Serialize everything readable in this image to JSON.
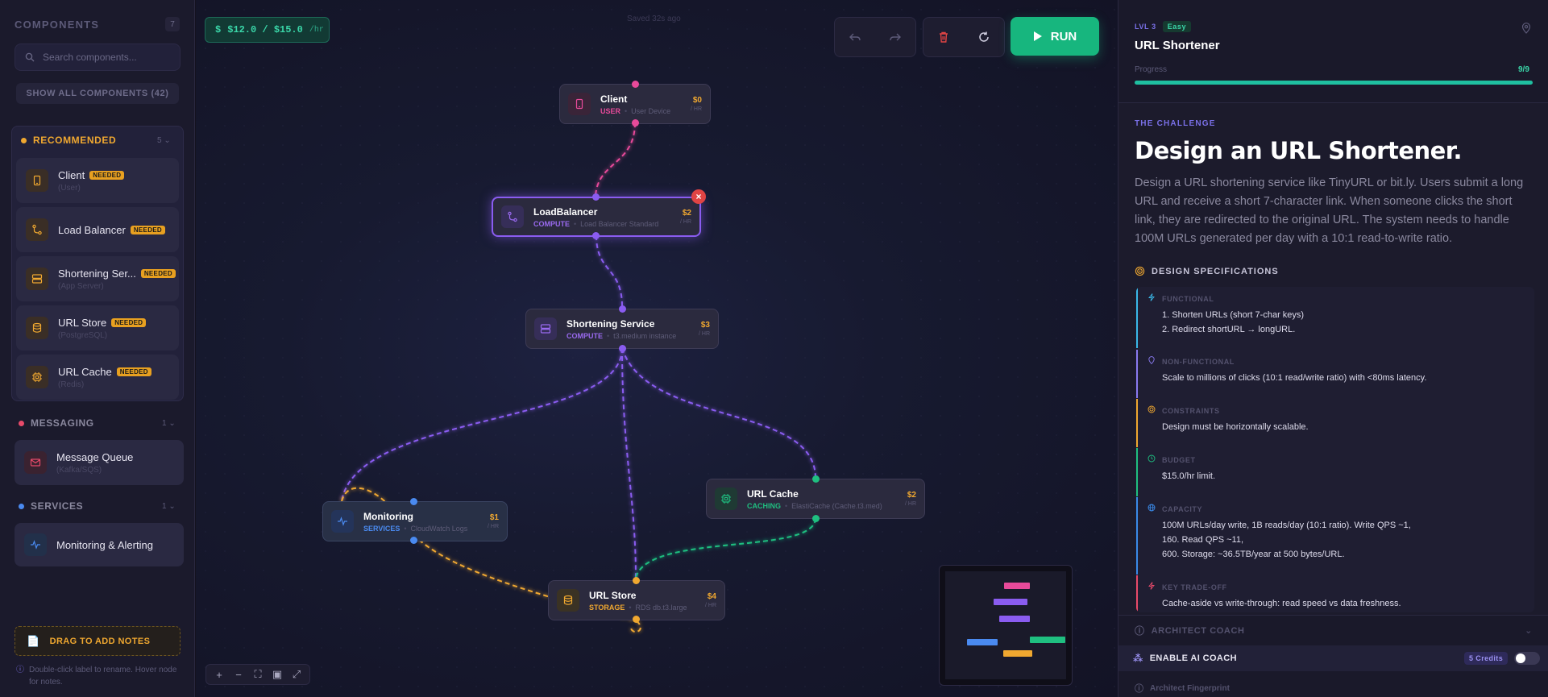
{
  "sidebar": {
    "title": "COMPONENTS",
    "count": "7",
    "search_placeholder": "Search components...",
    "show_all": "SHOW ALL COMPONENTS (42)",
    "recommended": {
      "label": "RECOMMENDED",
      "count": "5",
      "items": [
        {
          "name": "Client",
          "badge": "NEEDED",
          "sub": "(User)"
        },
        {
          "name": "Load Balancer",
          "badge": "NEEDED",
          "sub": ""
        },
        {
          "name": "Shortening Ser...",
          "badge": "NEEDED",
          "sub": "(App Server)"
        },
        {
          "name": "URL Store",
          "badge": "NEEDED",
          "sub": "(PostgreSQL)"
        },
        {
          "name": "URL Cache",
          "badge": "NEEDED",
          "sub": "(Redis)"
        }
      ]
    },
    "messaging": {
      "label": "MESSAGING",
      "count": "1",
      "item_name": "Message Queue",
      "item_sub": "(Kafka/SQS)"
    },
    "services": {
      "label": "SERVICES",
      "count": "1",
      "item_name": "Monitoring & Alerting"
    },
    "drag_notes": "DRAG TO ADD NOTES",
    "hint": "Double-click label to rename. Hover node for notes.",
    "colors": {
      "recommended": "#f0a830",
      "messaging": "#e84a6a",
      "services": "#4a8af0"
    }
  },
  "canvas": {
    "budget": "$12.0 / $15.0",
    "budget_unit": "/hr",
    "budget_icon": "dollar-icon",
    "saved": "Saved 32s ago",
    "run_label": "RUN",
    "nodes": {
      "client": {
        "name": "Client",
        "category": "USER",
        "desc": "User Device",
        "cost": "$0",
        "unit": "/ HR",
        "color": "#e84a9a"
      },
      "lb": {
        "name": "LoadBalancer",
        "category": "COMPUTE",
        "desc": "Load Balancer Standard",
        "cost": "$2",
        "unit": "/ HR",
        "color": "#9a6af0"
      },
      "shortening": {
        "name": "Shortening Service",
        "category": "COMPUTE",
        "desc": "t3.medium instance",
        "cost": "$3",
        "unit": "/ HR",
        "color": "#9a6af0"
      },
      "monitoring": {
        "name": "Monitoring",
        "category": "SERVICES",
        "desc": "CloudWatch Logs",
        "cost": "$1",
        "unit": "/ HR",
        "color": "#4a8af0"
      },
      "cache": {
        "name": "URL Cache",
        "category": "CACHING",
        "desc": "ElastiCache (Cache.t3.med)",
        "cost": "$2",
        "unit": "/ HR",
        "color": "#1fbf80"
      },
      "store": {
        "name": "URL Store",
        "category": "STORAGE",
        "desc": "RDS db.t3.large",
        "cost": "$4",
        "unit": "/ HR",
        "color": "#f0a830"
      }
    }
  },
  "panel": {
    "level": "LVL 3",
    "difficulty": "Easy",
    "title": "URL Shortener",
    "progress_label": "Progress",
    "progress_count": "9/9",
    "progress_fraction": 1.0,
    "challenge_label": "THE CHALLENGE",
    "challenge_title": "Design an URL Shortener.",
    "challenge_desc": "Design a URL shortening service like TinyURL or bit.ly. Users submit a long URL and receive a short 7-character link. When someone clicks the short link, they are redirected to the original URL. The system needs to handle 100M URLs generated per day with a 10:1 read-to-write ratio.",
    "specs_label": "DESIGN SPECIFICATIONS",
    "specs": [
      {
        "category": "FUNCTIONAL",
        "lines": [
          "1. Shorten URLs (short 7-char keys)",
          "2. Redirect shortURL → longURL."
        ],
        "color": "#3ab8e8"
      },
      {
        "category": "NON-FUNCTIONAL",
        "lines": [
          "Scale to millions of clicks (10:1 read/write ratio) with <80ms latency."
        ],
        "color": "#8a7af0"
      },
      {
        "category": "CONSTRAINTS",
        "lines": [
          "Design must be horizontally scalable."
        ],
        "color": "#f0a830"
      },
      {
        "category": "BUDGET",
        "lines": [
          "$15.0/hr limit."
        ],
        "color": "#1fbf80"
      },
      {
        "category": "CAPACITY",
        "lines": [
          "100M URLs/day write, 1B reads/day (10:1 ratio). Write QPS ~1,",
          "160. Read QPS ~11,",
          "600. Storage: ~36.5TB/year at 500 bytes/URL."
        ],
        "color": "#3a8ae8"
      },
      {
        "category": "KEY TRADE-OFF",
        "lines": [
          "Cache-aside vs write-through: read speed vs data freshness."
        ],
        "color": "#e84a6a"
      }
    ],
    "coach_label": "ARCHITECT COACH",
    "enable_coach": "ENABLE AI COACH",
    "credits": "5 Credits",
    "fingerprint": "Architect Fingerprint"
  }
}
